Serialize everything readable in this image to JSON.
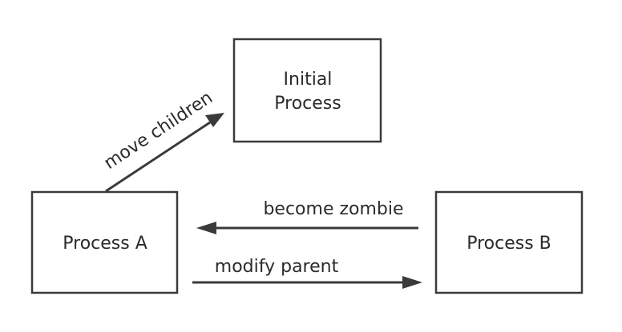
{
  "nodes": {
    "initial": {
      "line1": "Initial",
      "line2": "Process"
    },
    "process_a": {
      "label": "Process A"
    },
    "process_b": {
      "label": "Process B"
    }
  },
  "edges": {
    "move_children": {
      "label": "move children",
      "from": "Process A",
      "to": "Initial Process"
    },
    "become_zombie": {
      "label": "become zombie",
      "from": "Process B",
      "to": "Process A"
    },
    "modify_parent": {
      "label": "modify parent",
      "from": "Process A",
      "to": "Process B"
    }
  },
  "colors": {
    "stroke": "#3a3a3a",
    "text": "#2b2b2b",
    "background": "#ffffff"
  }
}
